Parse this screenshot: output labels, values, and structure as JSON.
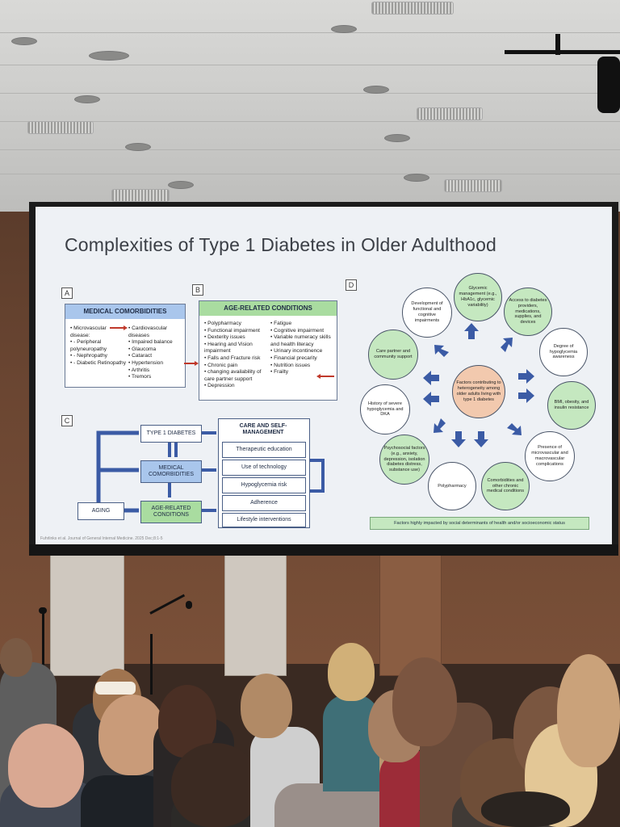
{
  "slide": {
    "title": "Complexities of Type 1 Diabetes in Older Adulthood",
    "panel_labels": [
      "A",
      "B",
      "C",
      "D"
    ],
    "panel_a": {
      "header": "MEDICAL COMORBIDITIES",
      "col1": [
        "Microvascular disease:",
        "- Peripheral polyneuropathy",
        "- Nephropathy",
        "- Diabetic Retinopathy"
      ],
      "col2": [
        "Cardiovascular diseases",
        "Impaired balance",
        "Glaucoma",
        "Cataract",
        "Hypertension",
        "Arthritis",
        "Tremors"
      ]
    },
    "panel_b": {
      "header": "AGE-RELATED CONDITIONS",
      "col1": [
        "Polypharmacy",
        "Functional impairment",
        "Dexterity issues",
        "Hearing and Vision impairment",
        "Falls and Fracture risk",
        "Chronic pain",
        "changing availability of care partner support",
        "Depression"
      ],
      "col2": [
        "Fatigue",
        "Cognitive impairment",
        "Variable numeracy skills and health literacy",
        "Urinary incontinence",
        "Financial precarity",
        "Nutrition issues",
        "Frailty"
      ]
    },
    "panel_c": {
      "type1": "TYPE 1 DIABETES",
      "medical": "MEDICAL COMORBIDITIES",
      "aging": "AGING",
      "age_related": "AGE-RELATED CONDITIONS",
      "care_header": "CARE AND SELF-MANAGEMENT",
      "care_items": [
        "Therapeutic education",
        "Use of technology",
        "Hypoglycemia risk",
        "Adherence",
        "Lifestyle interventions"
      ]
    },
    "panel_d": {
      "center": "Factors contributing to heterogeneity among older adults living with type 1 diabetes",
      "factors": [
        "Glycemic management (e.g., HbA1c, glycemic variability)",
        "Access to diabetes providers, medications, supplies, and devices",
        "Degree of hypoglycemia awareness",
        "BMI, obesity, and insulin resistance",
        "Presence of microvascular and macrovascular complications",
        "Comorbidities and other chronic medical conditions",
        "Polypharmacy",
        "Psychosocial factors (e.g., anxiety, depression, isolation diabetes distress, substance use)",
        "History of severe hypoglycemia and DKA",
        "Care partner and community support",
        "Development of functional and cognitive impairments"
      ],
      "footnote": "Factors highly impacted by social determinants of health and/or socioeconomic status"
    },
    "citation": "Fuhrlinks et al. Journal of General Internal Medicine. 2025 Dec;8:1-5"
  }
}
